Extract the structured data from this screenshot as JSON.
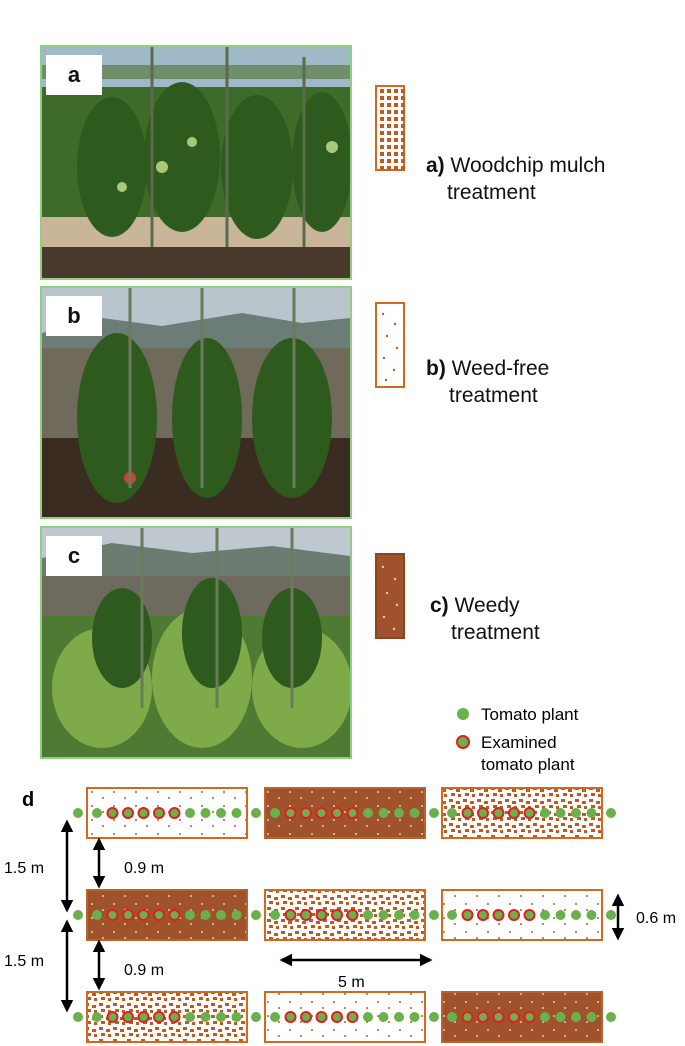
{
  "panels": [
    {
      "tag": "a",
      "letter": "a)",
      "line1": "Woodchip mulch",
      "line2": "treatment",
      "pattern": "woodchip"
    },
    {
      "tag": "b",
      "letter": "b)",
      "line1": "Weed-free",
      "line2": "treatment",
      "pattern": "weedfree"
    },
    {
      "tag": "c",
      "letter": "c)",
      "line1": "Weedy",
      "line2": "treatment",
      "pattern": "weedy"
    }
  ],
  "diagram": {
    "tag": "d",
    "legend_plant": "Tomato plant",
    "legend_examined_1": "Examined",
    "legend_examined_2": "tomato plant",
    "row_spacing_1": "1.5 m",
    "row_spacing_2": "1.5 m",
    "gap_1": "0.9 m",
    "gap_2": "0.9 m",
    "plot_width": "0.6 m",
    "plot_length": "5 m"
  },
  "layout_rows": [
    [
      "weedfree",
      "weedy",
      "woodchip"
    ],
    [
      "weedy",
      "woodchip",
      "weedfree"
    ],
    [
      "woodchip",
      "weedfree",
      "weedy"
    ]
  ],
  "colors": {
    "brown": "#a0522d",
    "orange_border": "#d2691e",
    "plant_green": "#6ab04c",
    "examined_ring": "#e02020",
    "photo_border": "#8fd07e"
  }
}
